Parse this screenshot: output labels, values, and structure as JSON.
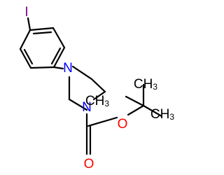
{
  "colors": {
    "iodine": "#800080",
    "nitrogen": "#0000ff",
    "oxygen": "#ff0000",
    "carbon_label": "#000000",
    "bond": "#000000"
  },
  "atoms": {
    "iodine": "I",
    "nitrogen_top": "N",
    "nitrogen_bottom": "N",
    "oxygen_carbonyl": "O",
    "oxygen_ester": "O",
    "methyl_left": "CH",
    "methyl_left_subscript": "3",
    "methyl_top": "CH",
    "methyl_top_subscript": "3",
    "methyl_right": "CH",
    "methyl_right_subscript": "3"
  }
}
